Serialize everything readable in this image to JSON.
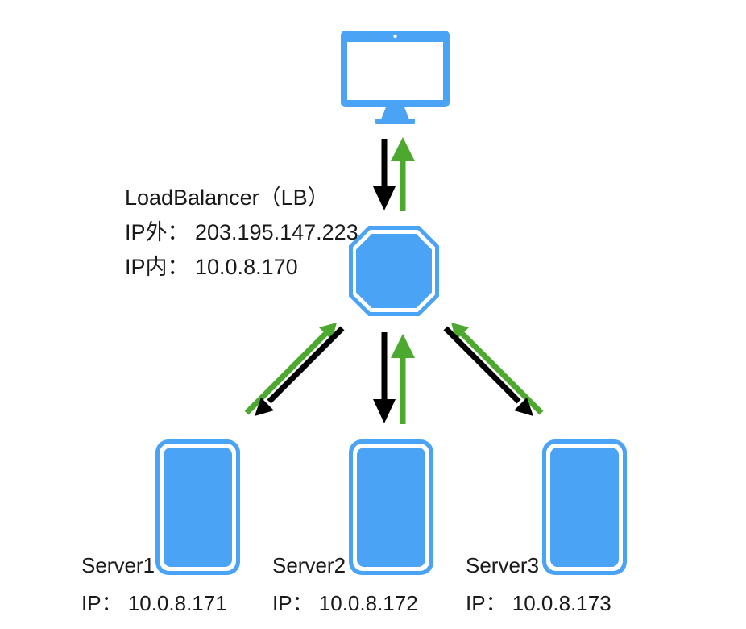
{
  "diagram": {
    "type": "network-topology",
    "background_color": "#ffffff",
    "palette": {
      "node_blue": "#4BA3F5",
      "node_white": "#ffffff",
      "arrow_request_black": "#000000",
      "arrow_response_green": "#4CA82E",
      "text_color": "#1a1a1a"
    },
    "client": {
      "icon": "desktop-monitor-icon",
      "label": ""
    },
    "load_balancer": {
      "icon": "octagon-node-icon",
      "title": "LoadBalancer（LB）",
      "external_ip_label": "IP外：",
      "external_ip_value": "203.195.147.223",
      "internal_ip_label": "IP内：",
      "internal_ip_value": "10.0.8.170",
      "lines": [
        "LoadBalancer（LB）",
        "IP外： 203.195.147.223",
        "IP内： 10.0.8.170"
      ]
    },
    "servers": [
      {
        "name": "Server1",
        "ip_label": "IP：",
        "ip_value": "10.0.8.171",
        "ip_line": "IP： 10.0.8.171",
        "icon": "server-box-icon"
      },
      {
        "name": "Server2",
        "ip_label": "IP：",
        "ip_value": "10.0.8.172",
        "ip_line": "IP： 10.0.8.172",
        "icon": "server-box-icon"
      },
      {
        "name": "Server3",
        "ip_label": "IP：",
        "ip_value": "10.0.8.173",
        "ip_line": "IP： 10.0.8.173",
        "icon": "server-box-icon"
      }
    ],
    "connections": [
      {
        "id": "client-lb",
        "request_color": "#000000",
        "request_direction": "down",
        "response_color": "#4CA82E",
        "response_direction": "up"
      },
      {
        "id": "lb-server1",
        "request_color": "#000000",
        "request_direction": "down-left",
        "response_color": "#4CA82E",
        "response_direction": "up-right"
      },
      {
        "id": "lb-server2",
        "request_color": "#000000",
        "request_direction": "down",
        "response_color": "#4CA82E",
        "response_direction": "up"
      },
      {
        "id": "lb-server3",
        "request_color": "#000000",
        "request_direction": "down-right",
        "response_color": "#4CA82E",
        "response_direction": "up-left"
      }
    ]
  }
}
